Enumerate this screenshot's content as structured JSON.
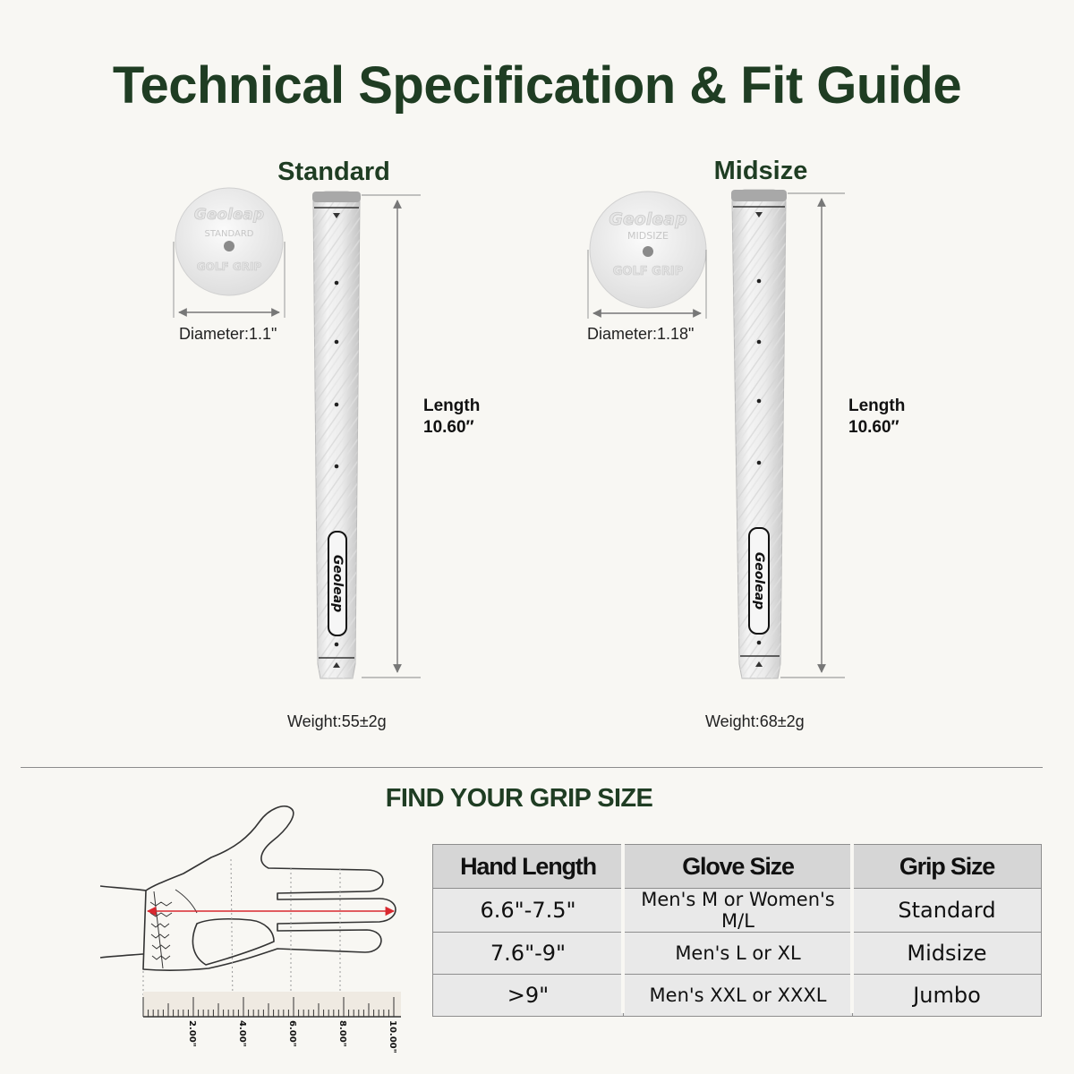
{
  "title": "Technical Specification & Fit Guide",
  "grips": [
    {
      "name": "Standard",
      "cap_brand": "Geoleap",
      "cap_size": "STANDARD",
      "cap_text": "GOLF GRIP",
      "diameter": "Diameter:1.1\"",
      "length_label": "Length",
      "length_value": "10.60″",
      "weight": "Weight:55±2g",
      "brand": "Geoleap"
    },
    {
      "name": "Midsize",
      "cap_brand": "Geoleap",
      "cap_size": "MIDSIZE",
      "cap_text": "GOLF GRIP",
      "diameter": "Diameter:1.18\"",
      "length_label": "Length",
      "length_value": "10.60″",
      "weight": "Weight:68±2g",
      "brand": "Geoleap"
    }
  ],
  "find_heading": "FIND YOUR GRIP SIZE",
  "ruler_labels": [
    "2.00\"",
    "4.00\"",
    "6.00\"",
    "8.00\"",
    "10.00\""
  ],
  "table": {
    "headers": [
      "Hand Length",
      "Glove Size",
      "Grip Size"
    ],
    "rows": [
      [
        "6.6\"-7.5\"",
        "Men's M or Women's M/L",
        "Standard"
      ],
      [
        "7.6\"-9\"",
        "Men's L or XL",
        "Midsize"
      ],
      [
        ">9\"",
        "Men's XXL or XXXL",
        "Jumbo"
      ]
    ]
  },
  "colors": {
    "heading_green": "#1f3d23",
    "background": "#f8f7f3",
    "measure_arrow": "#d9282f"
  }
}
